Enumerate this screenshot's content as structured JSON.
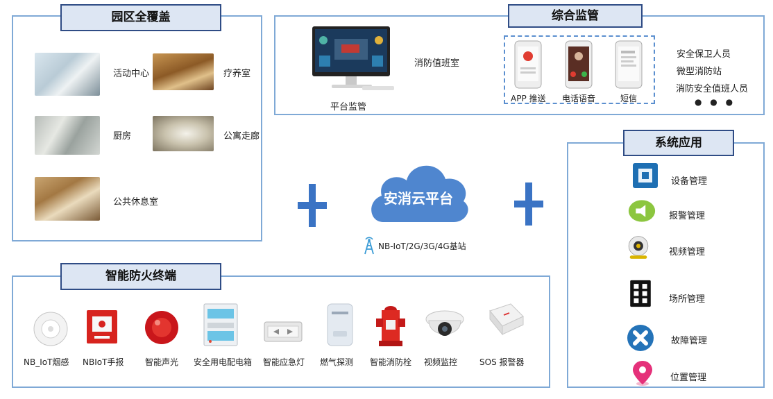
{
  "campus": {
    "title": "园区全覆盖",
    "areas": [
      "活动中心",
      "疗养室",
      "厨房",
      "公寓走廊",
      "公共休息室"
    ]
  },
  "monitor": {
    "title": "综合监管",
    "duty_room": "消防值班室",
    "platform": "平台监管",
    "phones": [
      "APP 推送",
      "电话语音",
      "短信"
    ],
    "personnel": [
      "安全保卫人员",
      "微型消防站",
      "消防安全值班人员"
    ],
    "more": "● ● ●"
  },
  "cloud": {
    "name": "安消云平台",
    "network": "NB-IoT/2G/3G/4G基站"
  },
  "system": {
    "title": "系统应用",
    "items": [
      "设备管理",
      "报警管理",
      "视频管理",
      "场所管理",
      "故障管理",
      "位置管理"
    ]
  },
  "terminals": {
    "title": "智能防火终端",
    "items": [
      "NB_IoT烟感",
      "NBIoT手报",
      "智能声光",
      "安全用电配电箱",
      "智能应急灯",
      "燃气探测",
      "智能消防栓",
      "视频监控",
      "SOS 报警器"
    ]
  },
  "colors": {
    "accent_blue": "#3a73c4",
    "panel_border": "#7fa9d6",
    "title_border": "#2f4c85",
    "title_fill": "#dde6f3",
    "cloud_blue": "#4f86cf"
  }
}
